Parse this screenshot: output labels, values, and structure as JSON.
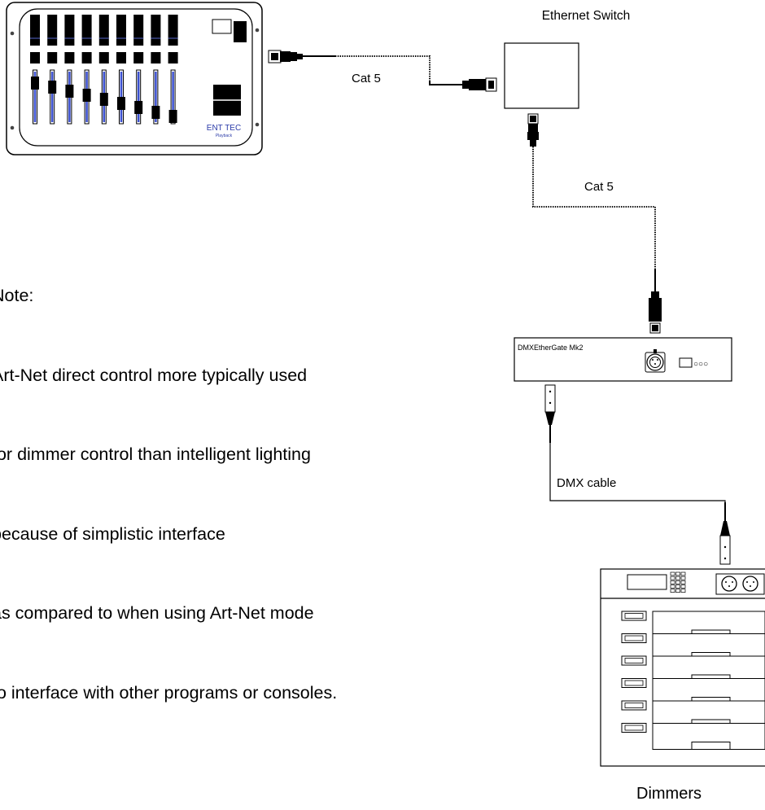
{
  "devices": {
    "console": {
      "brand": "ENT TEC",
      "model": "Playback"
    },
    "switch": {
      "label": "Ethernet Switch"
    },
    "gateway": {
      "label": "DMXEtherGate Mk2",
      "status_dots": "○○○"
    },
    "dimmers": {
      "label": "Dimmers"
    }
  },
  "cables": {
    "console_to_switch": "Cat 5",
    "switch_to_gateway": "Cat 5",
    "gateway_to_dimmers": "DMX cable"
  },
  "note": {
    "lines": [
      "Note:",
      "Art-Net direct control more typically used",
      "for dimmer control than intelligent lighting",
      "because of simplistic interface",
      "as compared to when using Art-Net mode",
      "to interface with other programs or consoles."
    ]
  }
}
